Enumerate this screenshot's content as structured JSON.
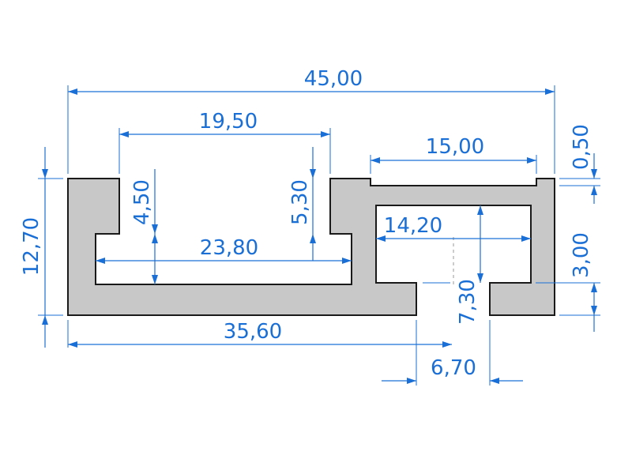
{
  "colors": {
    "profile_fill": "#c8c8c8",
    "profile_stroke": "#1a1a1a",
    "dimension": "#1a6fd6",
    "background": "#ffffff"
  },
  "dimensions": {
    "overall_width": "45,00",
    "slot_opening_width": "19,50",
    "right_top_width": "15,00",
    "top_notch_depth": "0,50",
    "overall_height": "12,70",
    "lip_height_left": "4,50",
    "lip_height_right": "5,30",
    "slot_inner_width": "23,80",
    "right_cavity_width": "14,20",
    "right_lip_height": "3,00",
    "right_cavity_height": "7,30",
    "bottom_left_width": "35,60",
    "bottom_gap_width": "6,70"
  }
}
